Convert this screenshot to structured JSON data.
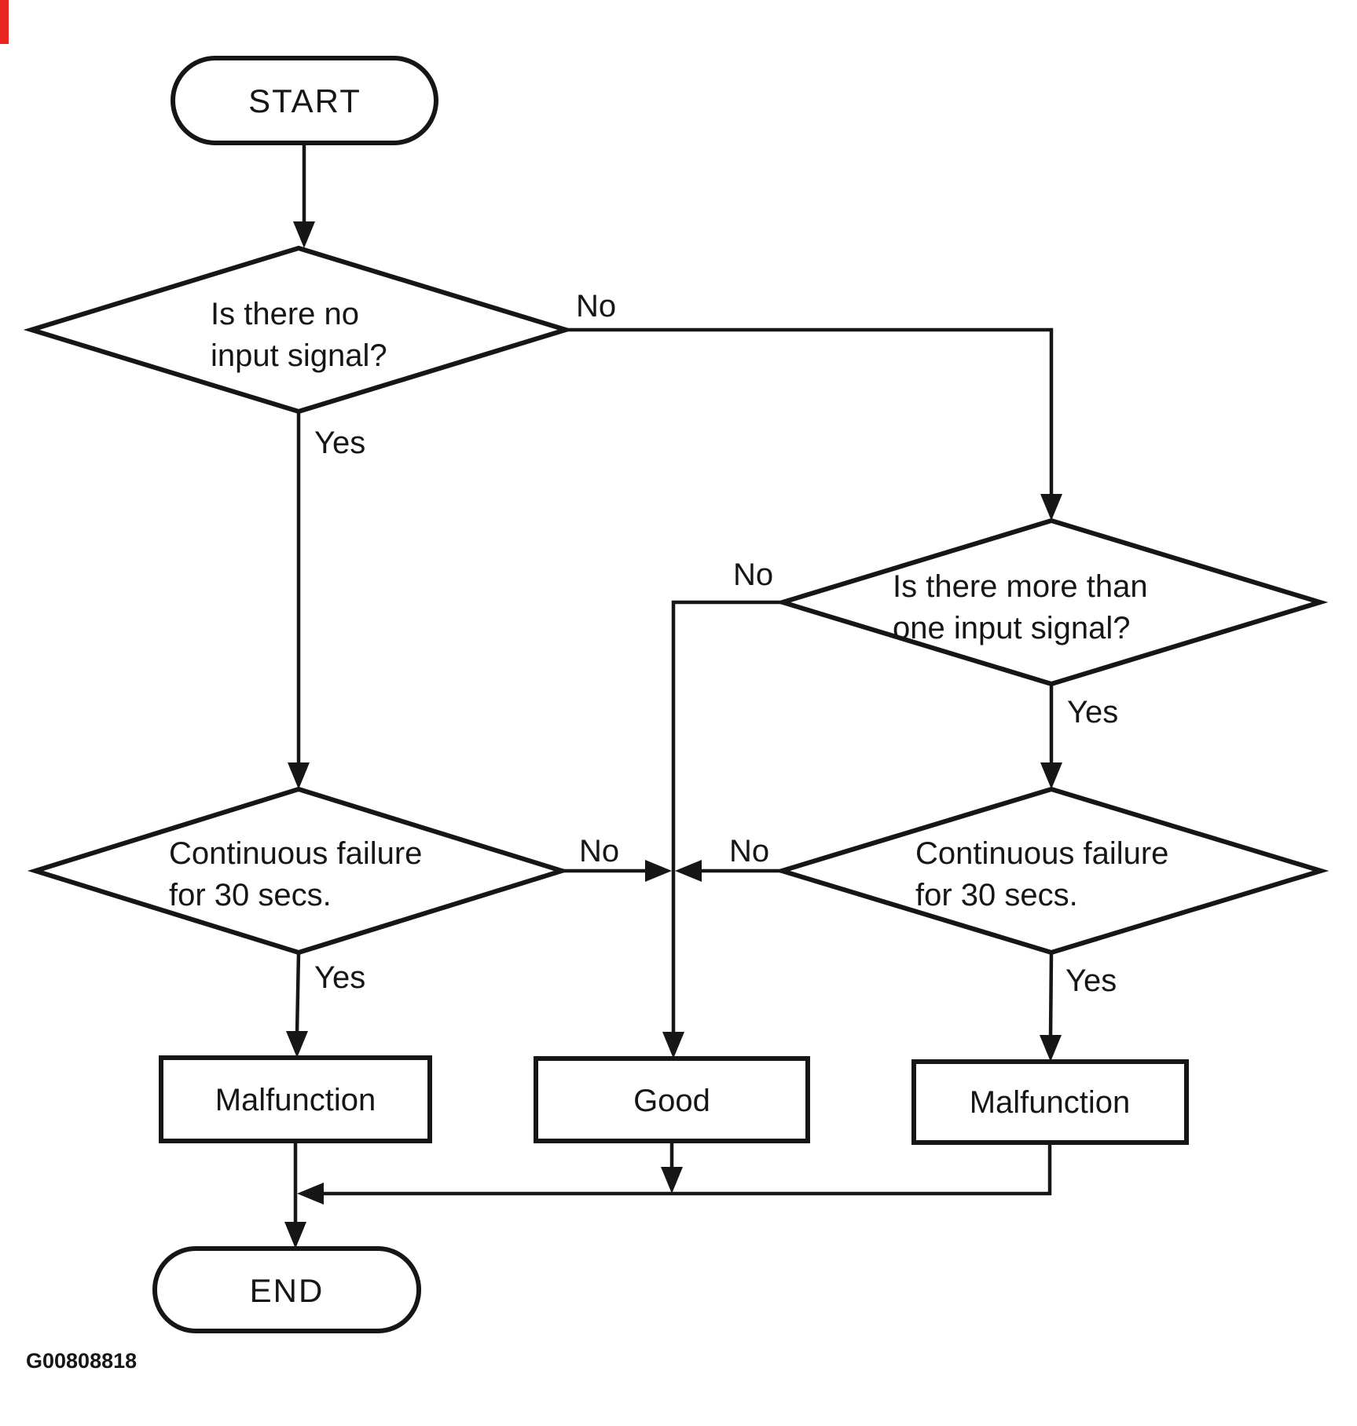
{
  "figure_code": "G00808818",
  "colors": {
    "ink": "#161616",
    "paper": "#ffffff",
    "redmark": "#e8241f"
  },
  "nodes": {
    "start": {
      "label": "START"
    },
    "decision_no_input": {
      "line1": "Is there no",
      "line2": "input signal?"
    },
    "decision_more_than_one": {
      "line1": "Is there more than",
      "line2": "one input signal?"
    },
    "decision_failure_left": {
      "line1": "Continuous failure",
      "line2": "for 30 secs."
    },
    "decision_failure_right": {
      "line1": "Continuous failure",
      "line2": "for 30 secs."
    },
    "malfunction_left": {
      "label": "Malfunction"
    },
    "good": {
      "label": "Good"
    },
    "malfunction_right": {
      "label": "Malfunction"
    },
    "end": {
      "label": "END"
    }
  },
  "edge_labels": {
    "d1_no": "No",
    "d1_yes": "Yes",
    "d2_no": "No",
    "d2_yes": "Yes",
    "d3_no": "No",
    "d3_yes": "Yes",
    "d4_no": "No",
    "d4_yes": "Yes"
  }
}
